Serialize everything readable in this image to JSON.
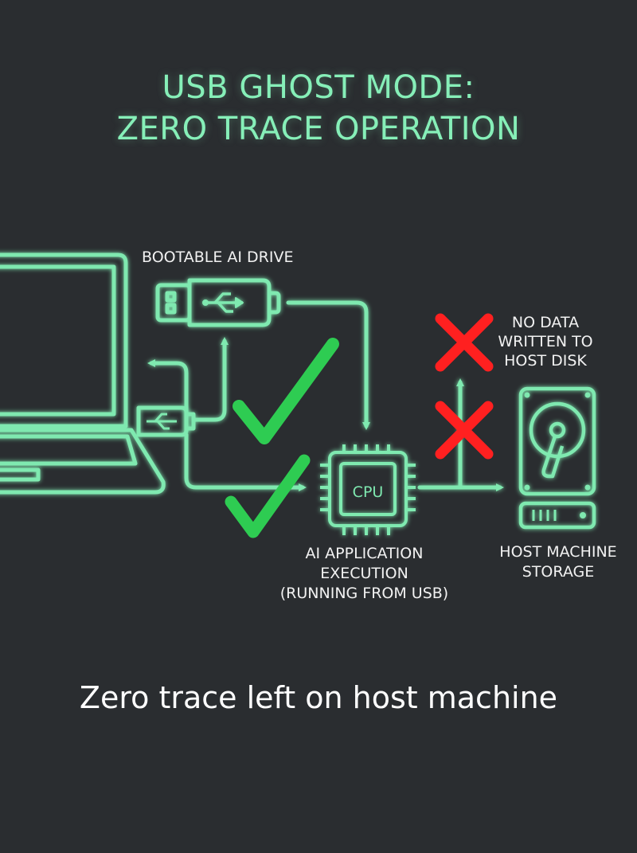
{
  "title": {
    "line1": "USB GHOST MODE:",
    "line2": "ZERO TRACE OPERATION"
  },
  "labels": {
    "drive": "BOOTABLE AI DRIVE",
    "no_data_1": "NO DATA",
    "no_data_2": "WRITTEN TO",
    "no_data_3": "HOST DISK",
    "app_1": "AI APPLICATION",
    "app_2": "EXECUTION",
    "app_3": "(RUNNING FROM USB)",
    "storage_1": "HOST MACHINE",
    "storage_2": "STORAGE",
    "cpu": "CPU"
  },
  "footer": "Zero trace left on host machine",
  "colors": {
    "background": "#2a2d30",
    "neon": "#7fe9b0",
    "check": "#2ecc52",
    "cross": "#ff2020",
    "text": "#f2f2f2"
  },
  "icons": [
    "laptop-icon",
    "usb-drive-icon",
    "usb-plug-icon",
    "cpu-icon",
    "hard-drive-icon",
    "check-icon",
    "cross-icon"
  ]
}
